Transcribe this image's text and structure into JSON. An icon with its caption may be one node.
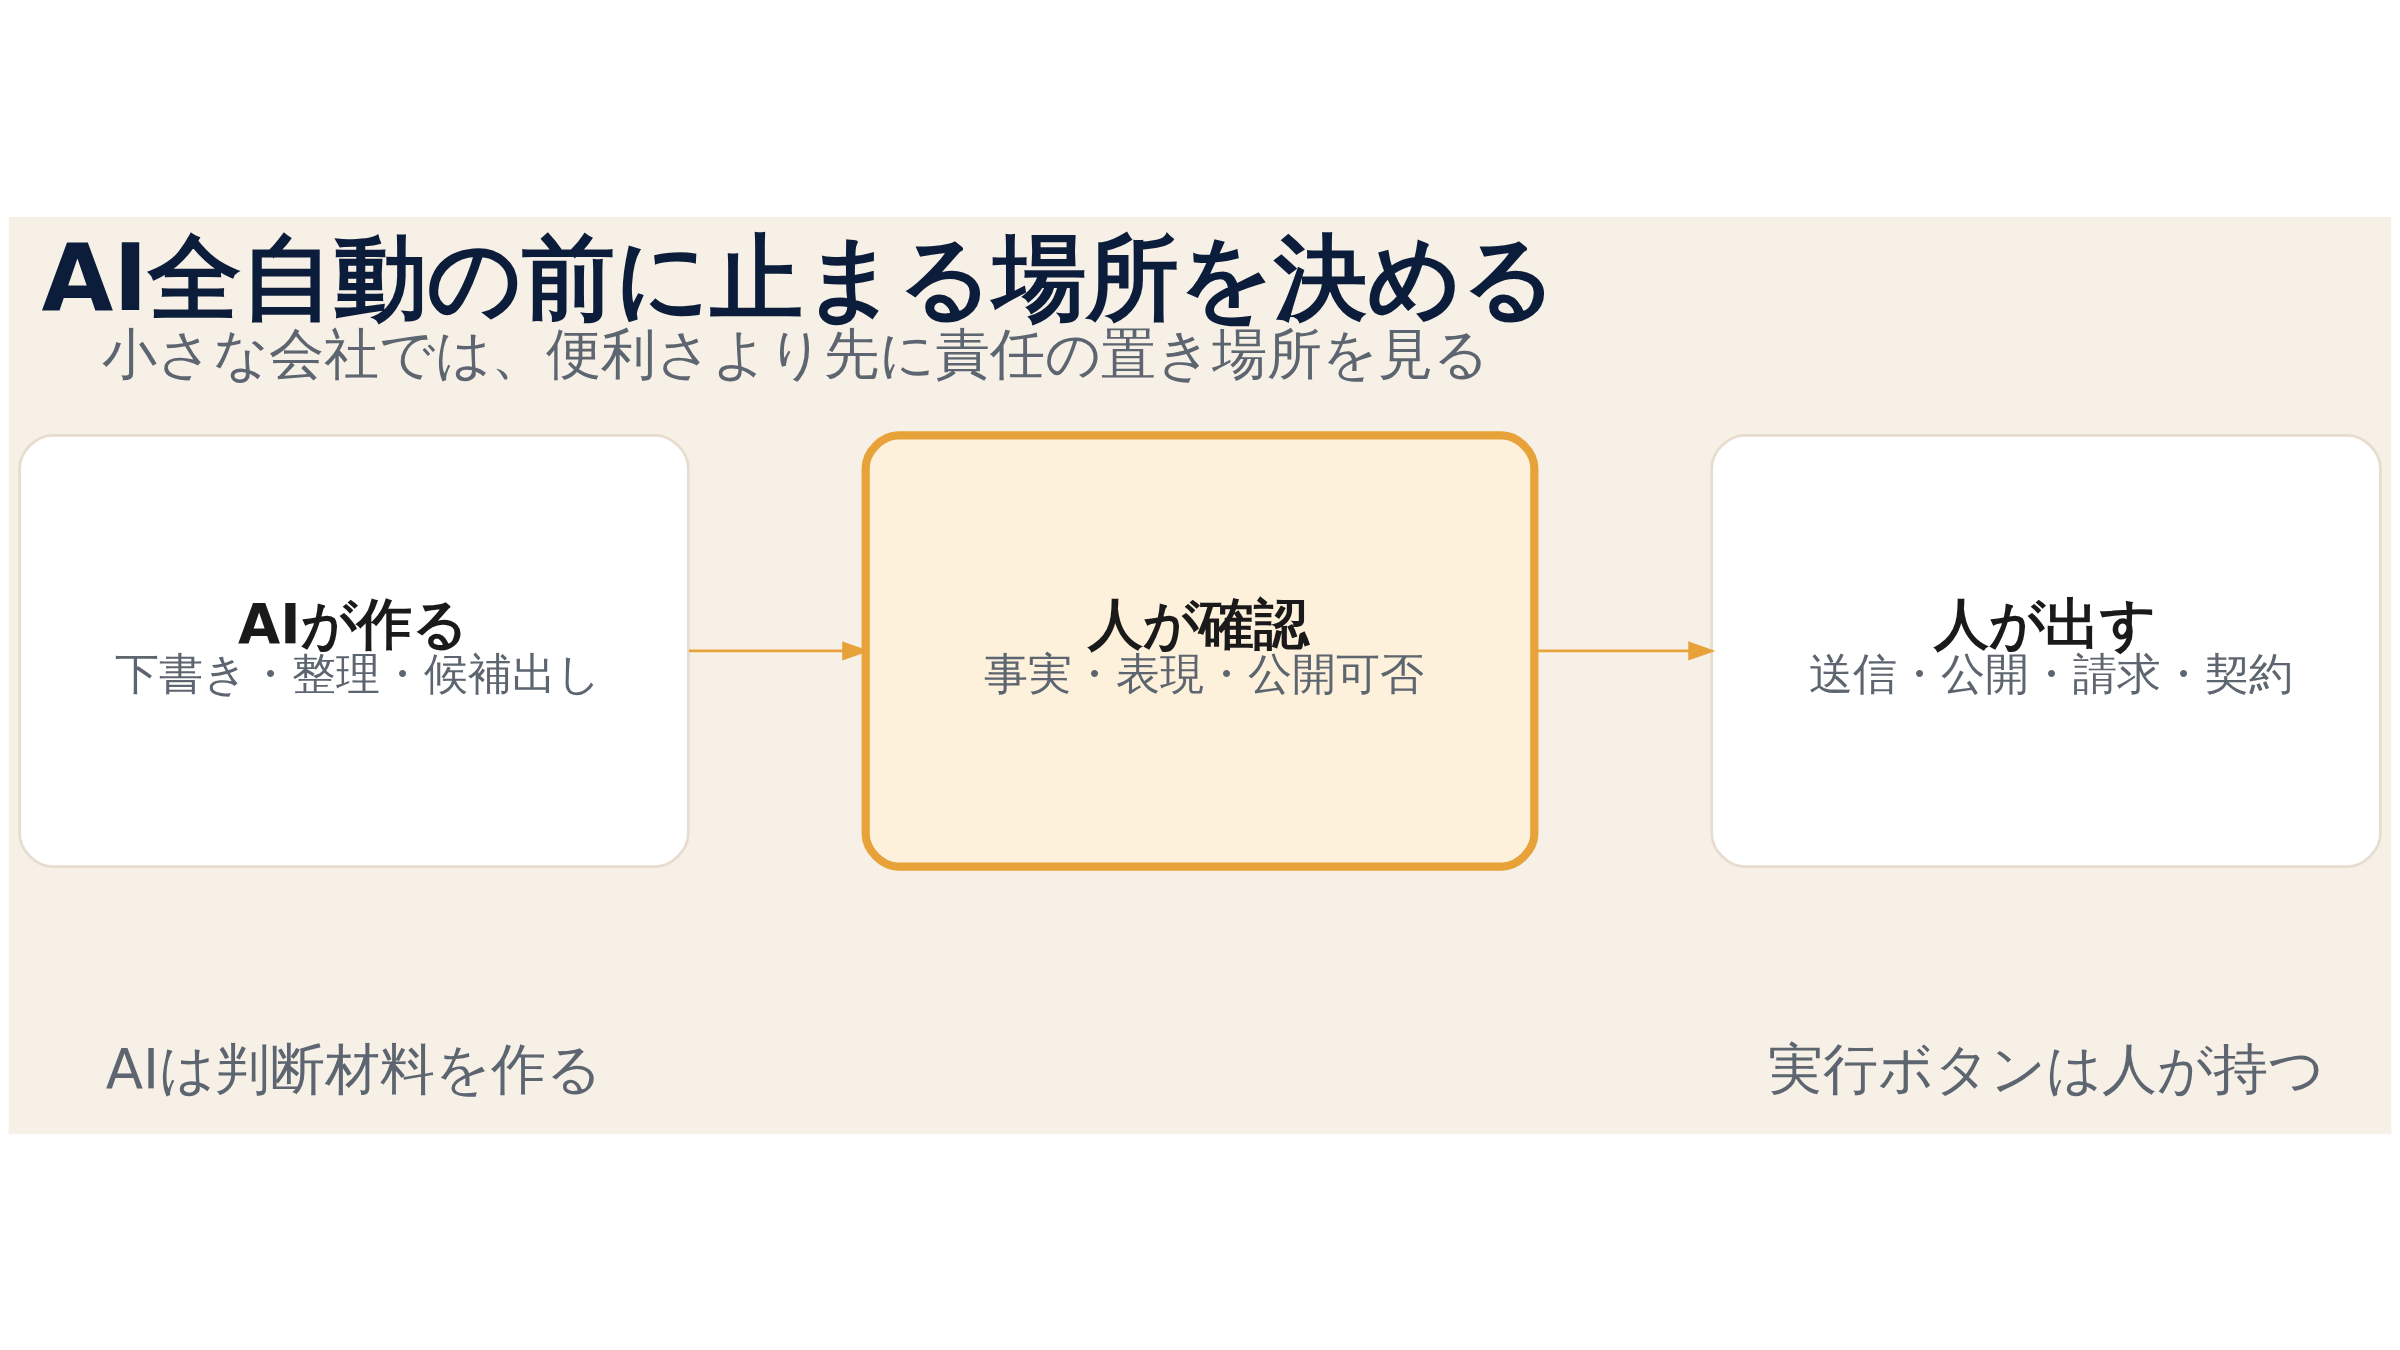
{
  "diagram": {
    "title": "AI全自動の前に止まる場所を決める",
    "caption": "小さな会社では、便利さより先に責任の置き場所を見る",
    "nodes": [
      {
        "text": [
          "AIが作る",
          "下書き・整理・候補出し"
        ]
      },
      {
        "text": [
          "人が確認",
          "事実・表現・公開可否"
        ]
      },
      {
        "text": [
          "人が出す",
          "送信・公開・請求・契約"
        ]
      }
    ],
    "edges": [
      {
        "from": 0,
        "to": 1,
        "arrow": "to"
      },
      {
        "from": 1,
        "to": 2,
        "arrow": "to"
      }
    ],
    "labels": [
      "AIは判断材料を作る",
      "実行ボタンは人が持つ"
    ]
  }
}
